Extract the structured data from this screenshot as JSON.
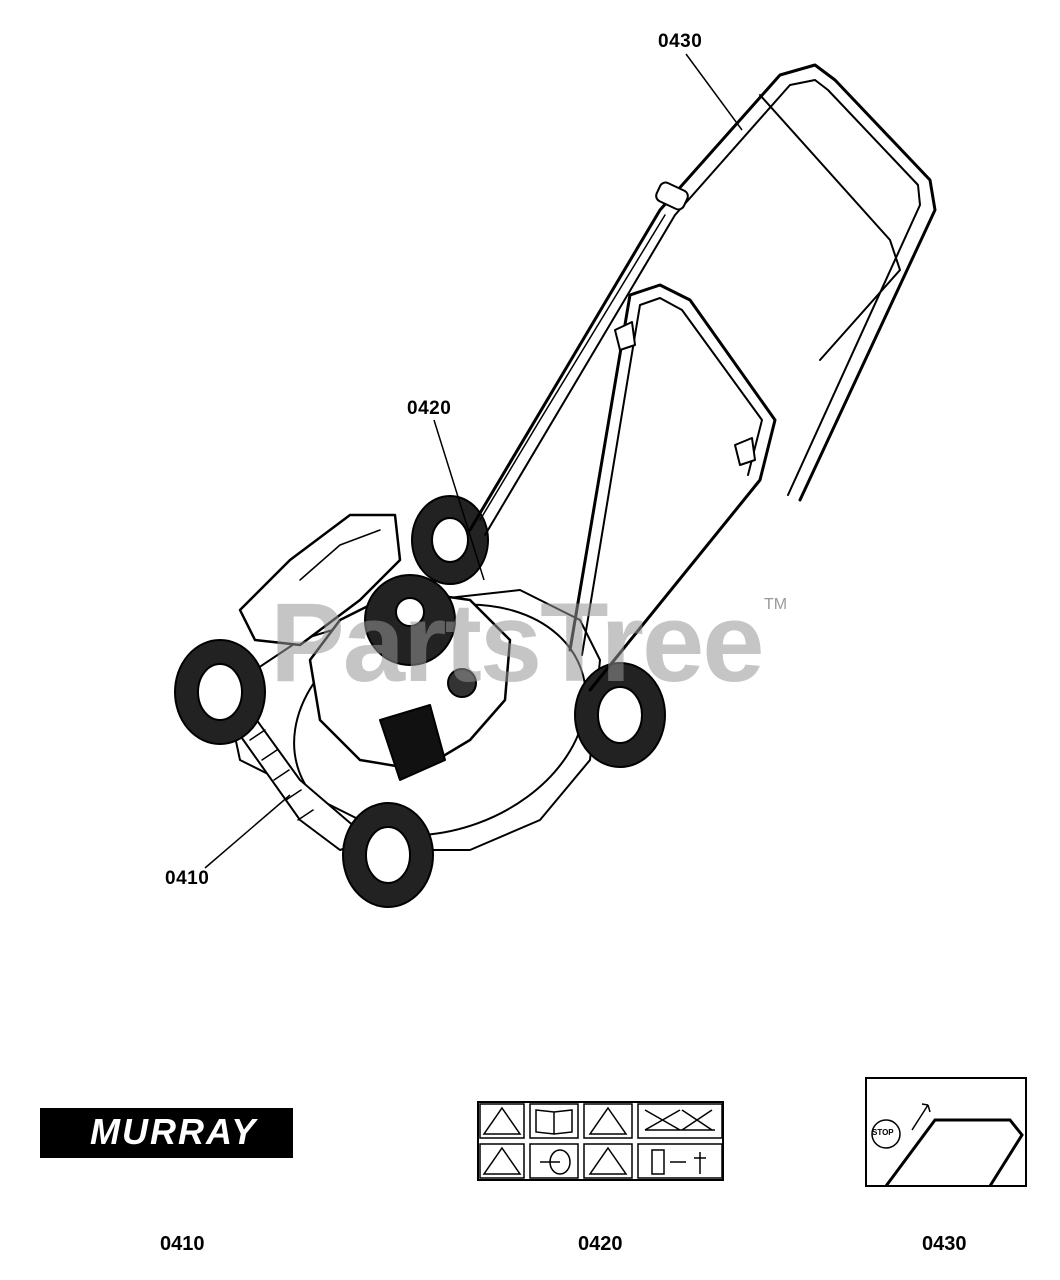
{
  "callouts": {
    "handle": "0430",
    "engine": "0420",
    "deck": "0410"
  },
  "watermark": {
    "text": "PartsTree",
    "tm": "TM"
  },
  "decals": [
    {
      "label": "0410",
      "logo_text": "MURRAY"
    },
    {
      "label": "0420"
    },
    {
      "label": "0430",
      "stop_text": "STOP"
    }
  ]
}
